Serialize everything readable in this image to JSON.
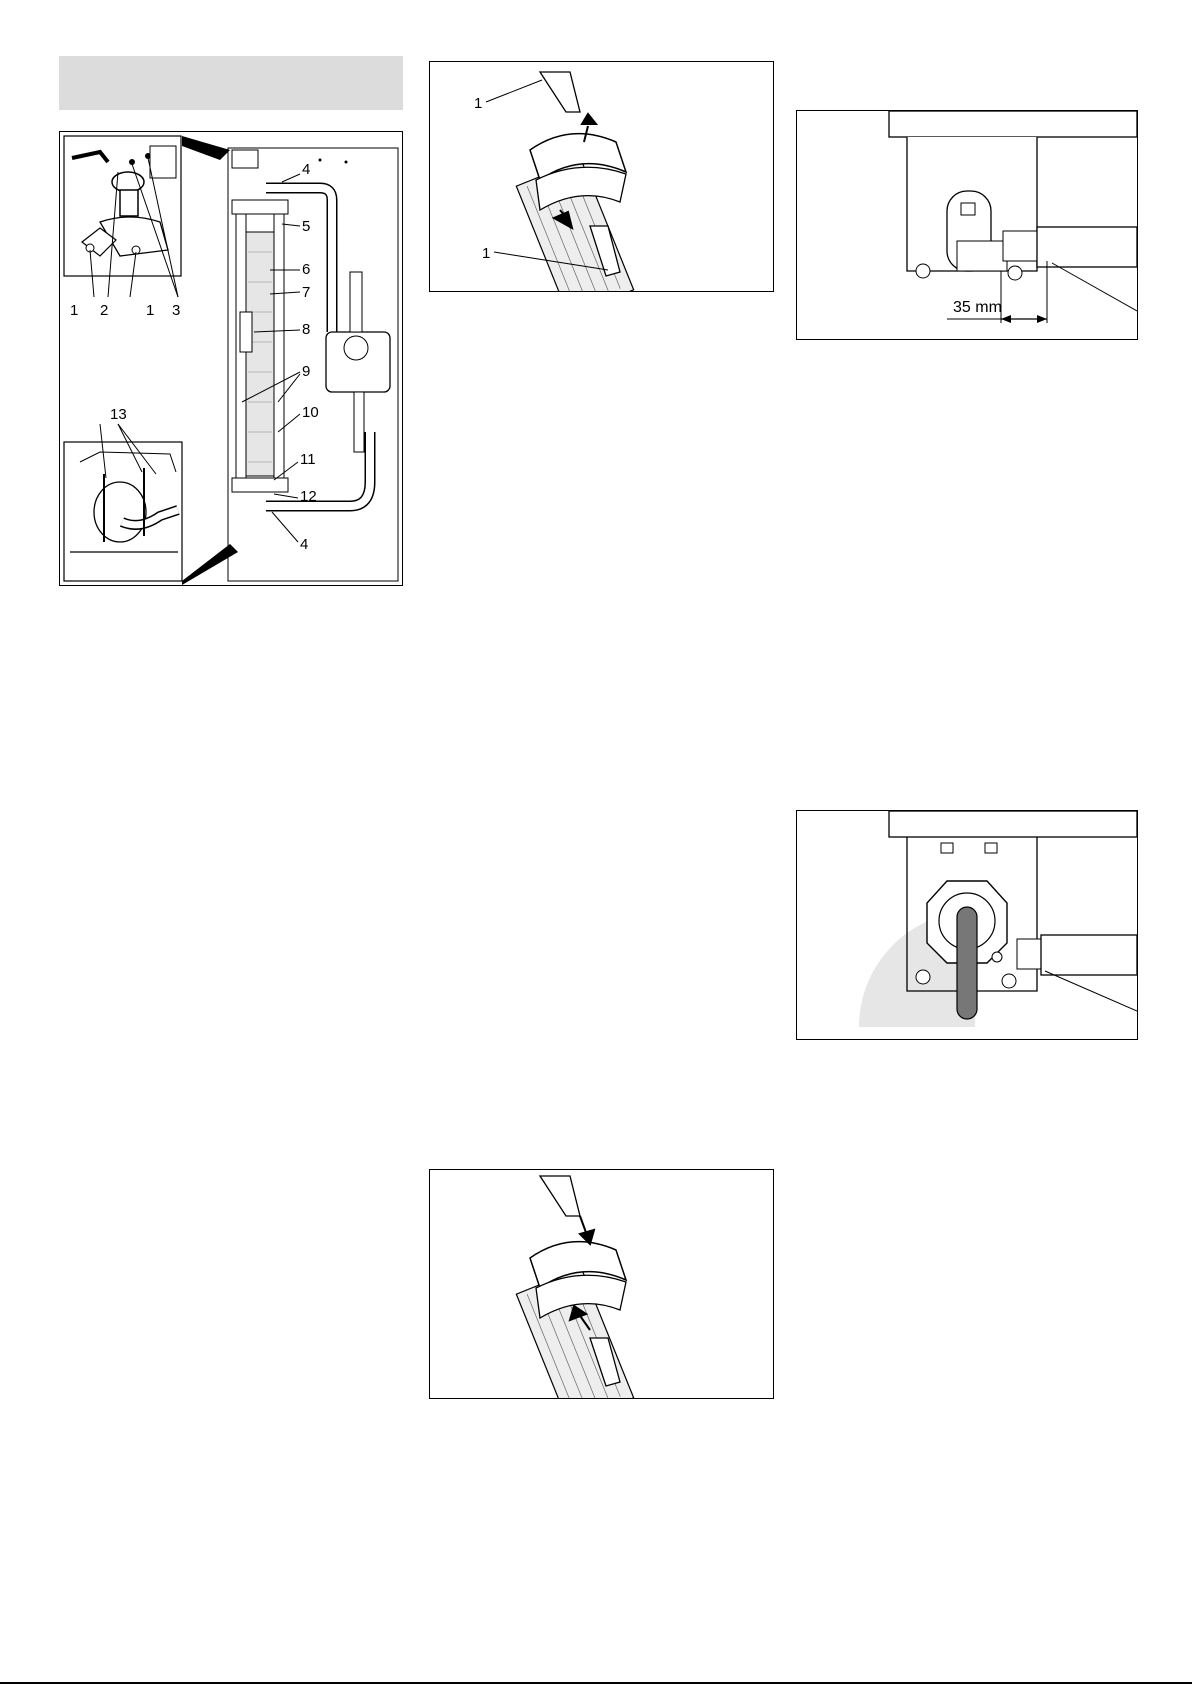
{
  "fig_filter_assembly": {
    "callouts": {
      "c1a": "1",
      "c2": "2",
      "c1b": "1",
      "c3": "3",
      "c13": "13",
      "c4top": "4",
      "c5": "5",
      "c6": "6",
      "c7": "7",
      "c8": "8",
      "c9": "9",
      "c10": "10",
      "c11": "11",
      "c12": "12",
      "c4bot": "4"
    }
  },
  "fig_clip_removal": {
    "callouts": {
      "c1top": "1",
      "c1bot": "1"
    }
  },
  "fig_pump_distance": {
    "dimension_label": "35 mm"
  }
}
